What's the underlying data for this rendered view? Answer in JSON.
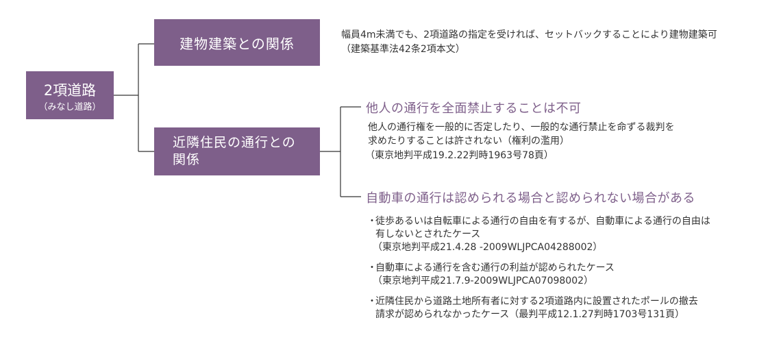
{
  "root": {
    "title": "2項道路",
    "subtitle": "（みなし道路）"
  },
  "branch1": {
    "label": "建物建築との関係",
    "desc_line1": "幅員4m未満でも、2項道路の指定を受ければ、セットバックすることにより建物建築可",
    "desc_line2": "（建築基準法42条2項本文）"
  },
  "branch2": {
    "label_line1": "近隣住民の通行との",
    "label_line2": "関係",
    "sub1": {
      "heading": "他人の通行を全面禁止することは不可",
      "line1": "他人の通行権を一般的に否定したり、一般的な通行禁止を命ずる裁判を",
      "line2": "求めたりすることは許されない（権利の濫用）",
      "line3": "（東京地判平成19.2.22判時1963号78頁）"
    },
    "sub2": {
      "heading": "自動車の通行は認められる場合と認められない場合がある",
      "bullet_mark": "・",
      "items": [
        {
          "line1": "徒歩あるいは自転車による通行の自由を有するが、自動車による通行の自由は",
          "line2": "有しないとされたケース",
          "line3": "（東京地判平成21.4.28 -2009WLJPCA04288002）"
        },
        {
          "line1": "自動車による通行を含む通行の利益が認められたケース",
          "line2": "（東京地判平成21.7.9-2009WLJPCA07098002）"
        },
        {
          "line1": "近隣住民から道路土地所有者に対する2項道路内に設置されたポールの撤去",
          "line2": "請求が認められなかったケース（最判平成12.1.27判時1703号131頁）"
        }
      ]
    }
  }
}
